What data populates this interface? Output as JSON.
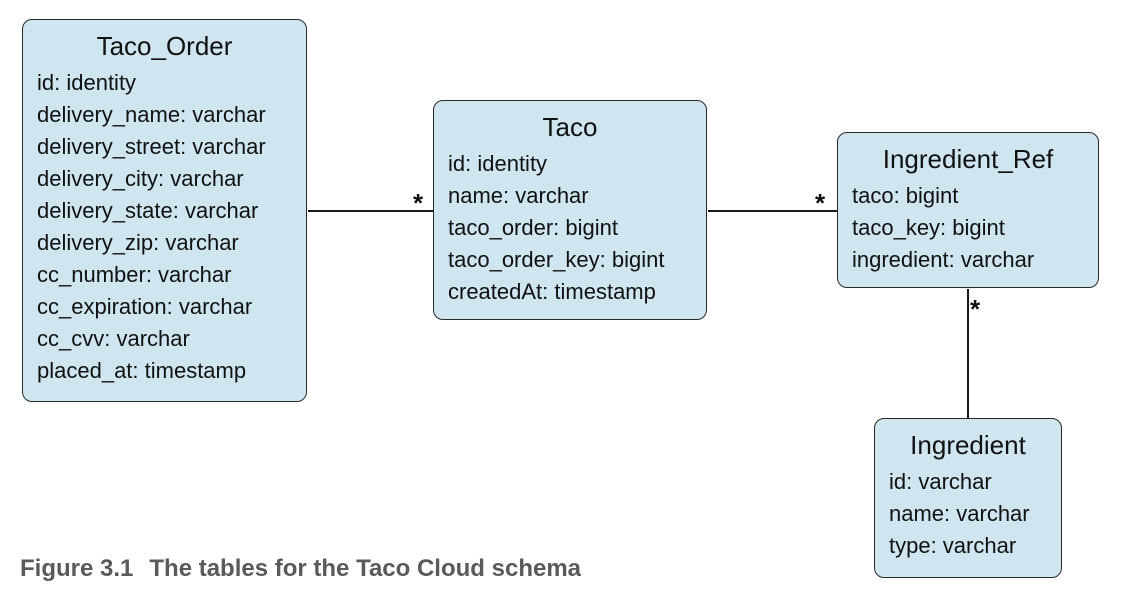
{
  "tables": {
    "taco_order": {
      "title": "Taco_Order",
      "fields": [
        "id: identity",
        "delivery_name: varchar",
        "delivery_street: varchar",
        "delivery_city: varchar",
        "delivery_state: varchar",
        "delivery_zip: varchar",
        "cc_number: varchar",
        "cc_expiration: varchar",
        "cc_cvv: varchar",
        "placed_at: timestamp"
      ]
    },
    "taco": {
      "title": "Taco",
      "fields": [
        "id: identity",
        "name: varchar",
        "taco_order: bigint",
        "taco_order_key: bigint",
        "createdAt: timestamp"
      ]
    },
    "ingredient_ref": {
      "title": "Ingredient_Ref",
      "fields": [
        "taco: bigint",
        "taco_key: bigint",
        "ingredient: varchar"
      ]
    },
    "ingredient": {
      "title": "Ingredient",
      "fields": [
        "id: varchar",
        "name: varchar",
        "type: varchar"
      ]
    }
  },
  "relations": {
    "order_taco": {
      "multiplicity": "*"
    },
    "taco_ingredient_ref": {
      "multiplicity": "*"
    },
    "ingredient_ref_ingredient": {
      "multiplicity": "*"
    }
  },
  "caption": {
    "label": "Figure 3.1",
    "text": "The tables for the Taco Cloud schema"
  },
  "colors": {
    "box_fill": "#cfe6f0",
    "box_border": "#2a2a2a",
    "caption": "#5a5a5a"
  }
}
